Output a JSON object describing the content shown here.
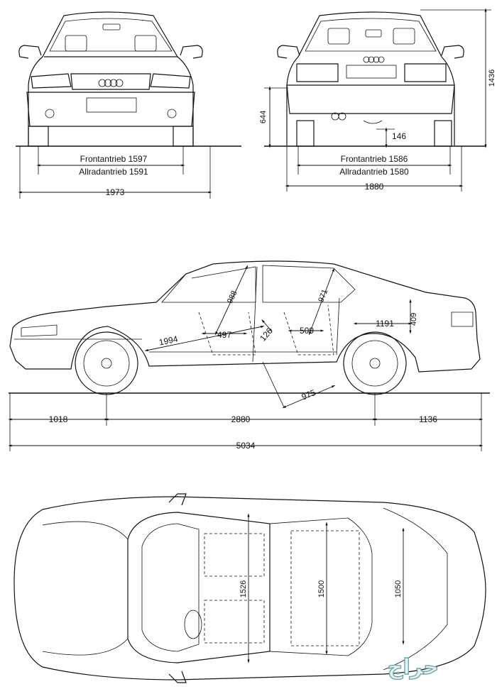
{
  "front_view": {
    "track_front_drive": "Frontantrieb 1597",
    "track_all_wheel": "Allradantrieb 1591",
    "overall_width": "1973"
  },
  "rear_view": {
    "track_front_drive": "Frontantrieb 1586",
    "track_all_wheel": "Allradantrieb 1580",
    "body_width": "1880",
    "overall_height": "1436",
    "sill_height": "644",
    "ground_clearance": "146"
  },
  "side_view": {
    "front_overhang": "1018",
    "wheelbase": "2880",
    "rear_overhang": "1136",
    "overall_length": "5034",
    "front_headroom": "988",
    "rear_headroom": "971",
    "front_leg_length": "1994",
    "front_seat_travel": "497",
    "seat_offset": "126",
    "rear_knee_room": "509",
    "rear_leg_length": "975",
    "trunk_length": "1191",
    "trunk_height": "409"
  },
  "top_view": {
    "front_shoulder_width": "1526",
    "rear_shoulder_width": "1500",
    "trunk_width": "1050"
  },
  "watermark": {
    "text": "حراج",
    "color": "#6fa7aa"
  }
}
